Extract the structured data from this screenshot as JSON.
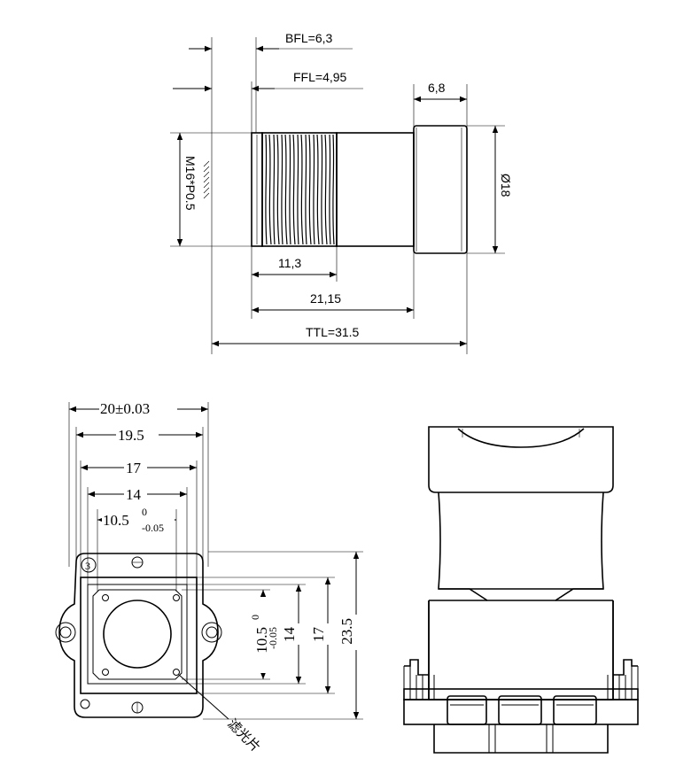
{
  "lens_side_view": {
    "bfl": "BFL=6,3",
    "ffl": "FFL=4,95",
    "head_length": "6,8",
    "thread_spec": "M16*P0.5",
    "diameter": "Ø18",
    "thread_length": "11,3",
    "body_length": "21,15",
    "total_length": "TTL=31.5"
  },
  "holder_front_view": {
    "outer_width": "20±0.03",
    "width_19_5": "19.5",
    "width_17": "17",
    "width_14": "14",
    "width_10_5": "10.5",
    "tol_upper_w": "0",
    "tol_lower_w": "-0.05",
    "height_23_5": "23.5",
    "height_17": "17",
    "height_14": "14",
    "height_10_5": "10.5",
    "tol_upper_h": "0",
    "tol_lower_h": "-0.05",
    "filter_label": "滤光片"
  }
}
